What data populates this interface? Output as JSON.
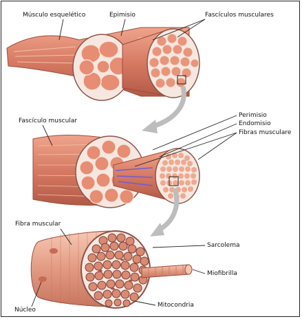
{
  "labels": {
    "musculo_esqueletico": "Músculo esquelético",
    "epimisio": "Epimisio",
    "fasciculos_musculares": "Fascículos musculares",
    "fasciculo_muscular": "Fascículo muscular",
    "perimisio": "Perimisio",
    "endomisio": "Endomisio",
    "fibras_musculares": "Fibras musculare",
    "fibra_muscular": "Fibra muscular",
    "sarcolema": "Sarcolema",
    "miofibrilla": "Miofibrilla",
    "nucleo": "Núcleo",
    "mitocondria": "Mitocondria"
  },
  "colors": {
    "muscle": "#d9806a",
    "muscle_dark": "#b65a46",
    "muscle_light": "#f0b49e",
    "fiber_fill": "#f3c7ac",
    "sheath": "#f6e8e1",
    "arrow": "#bdbdbd",
    "leader": "#222222",
    "nerve": "#6f5bd6"
  }
}
